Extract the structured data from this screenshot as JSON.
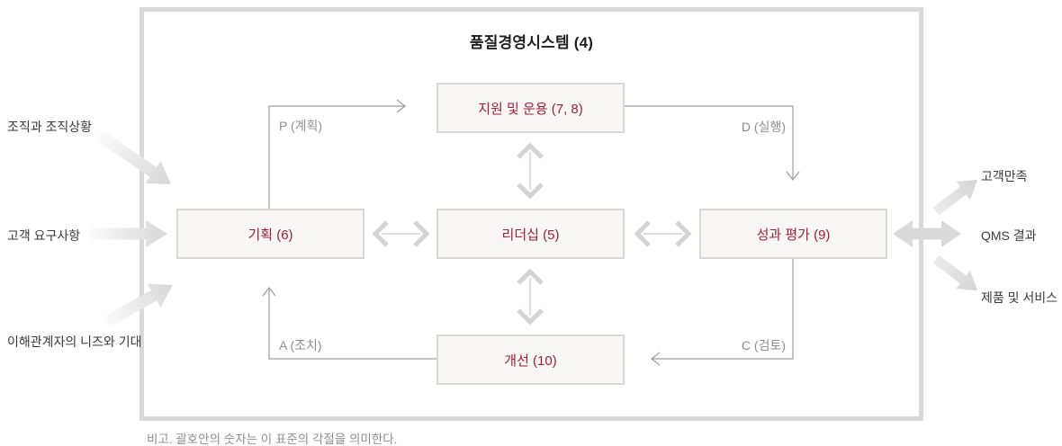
{
  "title": "품질경영시스템 (4)",
  "nodes": {
    "support": "지원 및 운용 (7, 8)",
    "planning": "기획 (6)",
    "leadership": "리더십 (5)",
    "evaluation": "성과 평가 (9)",
    "improvement": "개선 (10)"
  },
  "pdca_labels": {
    "plan": "P (계획)",
    "do": "D (실행)",
    "act": "A (조치)",
    "check": "C (검토)"
  },
  "inputs": [
    "조직과 조직상황",
    "고객 요구사항",
    "이해관계자의 니즈와 기대"
  ],
  "outputs": [
    "고객만족",
    "QMS 결과",
    "제품 및 서비스"
  ],
  "note": "비고. 괄호안의 숫자는 이 표준의 각절을 의미한다.",
  "colors": {
    "node_text": "#a11c3c",
    "node_bg": "#f8f7f6",
    "node_border": "#d9d6d4",
    "boundary_border": "#d9d9d9",
    "thin_arrow": "#9e9e9e",
    "chevron_arrow": "#d4d4d4",
    "thick_arrow": "#d7d7d7",
    "gray_label": "#8f8f8f"
  }
}
